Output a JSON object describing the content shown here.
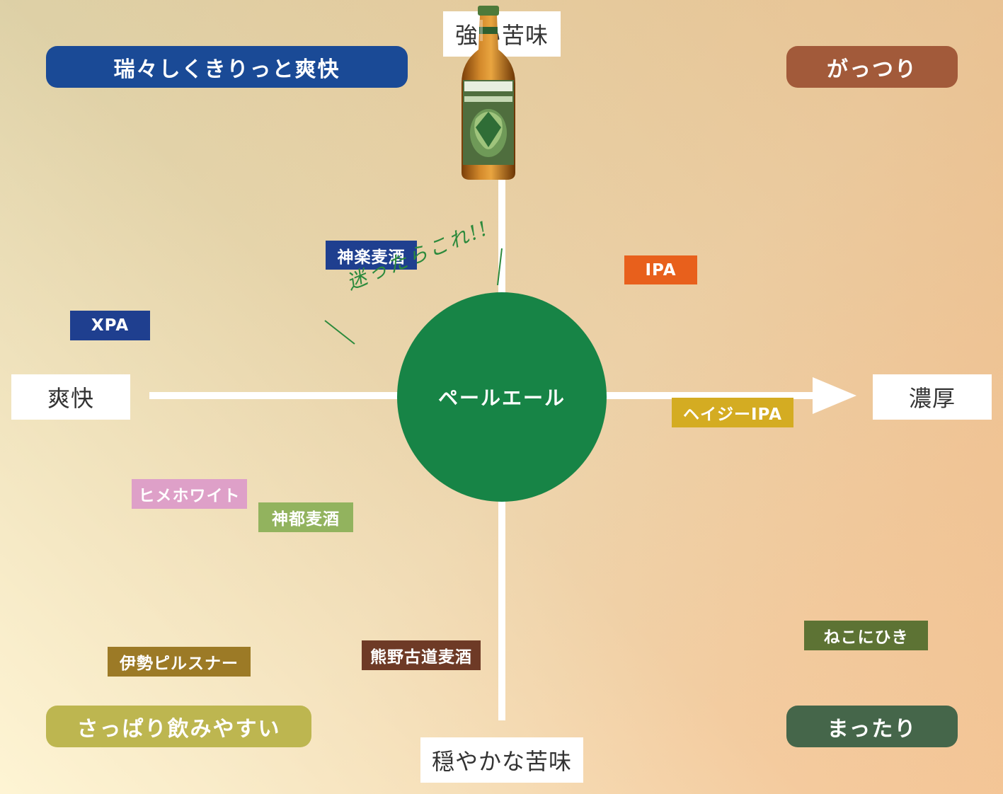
{
  "axes": {
    "top": "強い苦味",
    "bottom": "穏やかな苦味",
    "left": "爽快",
    "right": "濃厚"
  },
  "corners": {
    "top_left": "瑞々しくきりっと爽快",
    "top_right": "がっつり",
    "bottom_left": "さっぱり飲みやすい",
    "bottom_right": "まったり"
  },
  "center": {
    "label": "ペールエール",
    "note": "迷ったらこれ!!"
  },
  "beers": [
    {
      "name": "神楽麦酒",
      "color": "#1f3f8f"
    },
    {
      "name": "IPA",
      "color": "#e8601c"
    },
    {
      "name": "XPA",
      "color": "#1f3f8f"
    },
    {
      "name": "ヘイジーIPA",
      "color": "#d4ac22"
    },
    {
      "name": "ヒメホワイト",
      "color": "#dea0c8"
    },
    {
      "name": "神都麦酒",
      "color": "#92b35e"
    },
    {
      "name": "伊勢ピルスナー",
      "color": "#9c7a26"
    },
    {
      "name": "熊野古道麦酒",
      "color": "#6e3a26"
    },
    {
      "name": "ねこにひき",
      "color": "#5d7334"
    }
  ],
  "colors": {
    "top_left_box": "#1a4a96",
    "top_right_box": "#a25a3a",
    "bottom_left_box": "#bdb650",
    "bottom_right_box": "#45664a",
    "center_circle": "#178446"
  },
  "icons": [
    "beer-bottle-icon",
    "arrow-right-icon"
  ]
}
